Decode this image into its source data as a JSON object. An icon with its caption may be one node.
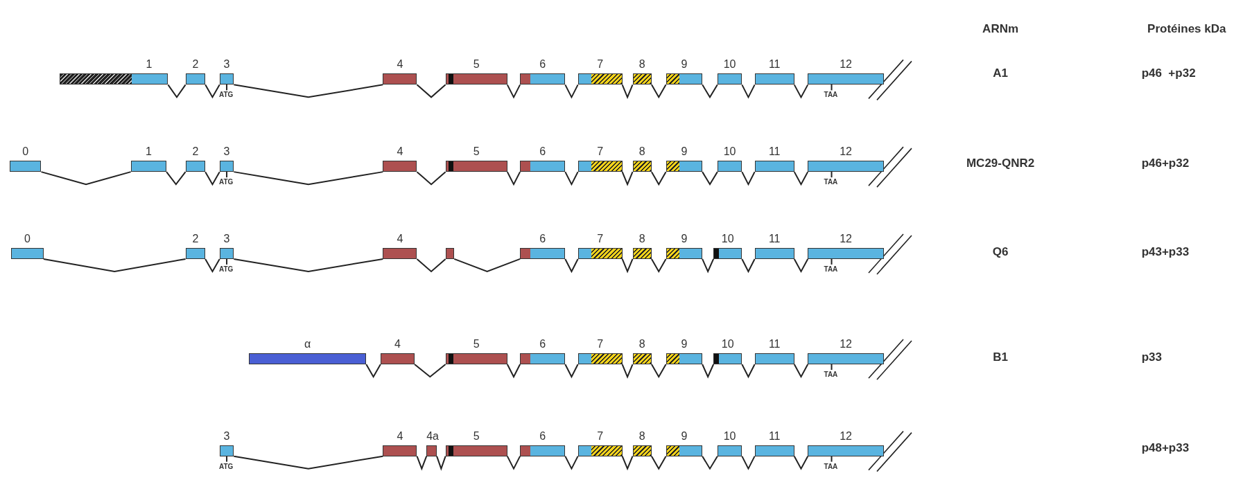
{
  "diagram": {
    "nodes": [
      {
        "text": [
          "1"
        ]
      },
      {
        "text": [
          "2"
        ]
      },
      {
        "text": [
          "3"
        ],
        "beside": [
          "ATG"
        ]
      },
      {
        "text": [
          "4"
        ]
      },
      {
        "text": [
          "5"
        ]
      },
      {
        "text": [
          "6"
        ]
      },
      {
        "text": [
          "7"
        ]
      },
      {
        "text": [
          "8"
        ]
      },
      {
        "text": [
          "9"
        ]
      },
      {
        "text": [
          "10"
        ]
      },
      {
        "text": [
          "11"
        ]
      },
      {
        "text": [
          "12"
        ],
        "beside": [
          "TAA"
        ]
      },
      {
        "text": [
          "0"
        ]
      },
      {
        "text": [
          "1"
        ]
      },
      {
        "text": [
          "2"
        ]
      },
      {
        "text": [
          "3"
        ],
        "beside": [
          "ATG"
        ]
      },
      {
        "text": [
          "4"
        ]
      },
      {
        "text": [
          "5"
        ]
      },
      {
        "text": [
          "6"
        ]
      },
      {
        "text": [
          "7"
        ]
      },
      {
        "text": [
          "8"
        ]
      },
      {
        "text": [
          "9"
        ]
      },
      {
        "text": [
          "10"
        ]
      },
      {
        "text": [
          "11"
        ]
      },
      {
        "text": [
          "12"
        ],
        "beside": [
          "TAA"
        ]
      },
      {
        "text": [
          "0"
        ]
      },
      {
        "text": [
          "2"
        ]
      },
      {
        "text": [
          "3"
        ],
        "beside": [
          "ATG"
        ]
      },
      {
        "text": [
          "4"
        ]
      },
      {
        "text": [],
        "shape": "box"
      },
      {
        "text": [
          "6"
        ]
      },
      {
        "text": [
          "7"
        ]
      },
      {
        "text": [
          "8"
        ]
      },
      {
        "text": [
          "9"
        ]
      },
      {
        "text": [
          "10"
        ]
      },
      {
        "text": [
          "11"
        ]
      },
      {
        "text": [
          "12"
        ],
        "beside": [
          "TAA"
        ]
      },
      {
        "text": [
          "α"
        ]
      },
      {
        "text": [
          "4"
        ]
      },
      {
        "text": [
          "5"
        ]
      },
      {
        "text": [
          "6"
        ]
      },
      {
        "text": [
          "7"
        ]
      },
      {
        "text": [
          "8"
        ]
      },
      {
        "text": [
          "9"
        ]
      },
      {
        "text": [
          "10"
        ]
      },
      {
        "text": [
          "11"
        ]
      },
      {
        "text": [
          "12"
        ],
        "beside": [
          "TAA"
        ]
      },
      {
        "text": [
          "3"
        ],
        "beside": [
          "ATG"
        ]
      },
      {
        "text": [
          "4"
        ]
      },
      {
        "text": [
          "4a"
        ]
      },
      {
        "text": [
          "5"
        ]
      },
      {
        "text": [
          "6"
        ]
      },
      {
        "text": [
          "7"
        ]
      },
      {
        "text": [
          "8"
        ]
      },
      {
        "text": [
          "9"
        ]
      },
      {
        "text": [
          "10"
        ]
      },
      {
        "text": [
          "11"
        ]
      },
      {
        "text": [
          "12"
        ],
        "beside": [
          "TAA"
        ]
      }
    ],
    "edges": [
      {
        "from": 0,
        "to": 1,
        "arrow": "none"
      },
      {
        "from": 1,
        "to": 2,
        "arrow": "none"
      },
      {
        "from": 2,
        "to": 3,
        "arrow": "none"
      },
      {
        "from": 3,
        "to": 4,
        "arrow": "none"
      },
      {
        "from": 4,
        "to": 5,
        "arrow": "none"
      },
      {
        "from": 5,
        "to": 6,
        "arrow": "none"
      },
      {
        "from": 6,
        "to": 7,
        "arrow": "none"
      },
      {
        "from": 7,
        "to": 8,
        "arrow": "none"
      },
      {
        "from": 8,
        "to": 9,
        "arrow": "none"
      },
      {
        "from": 9,
        "to": 10,
        "arrow": "none"
      },
      {
        "from": 10,
        "to": 11,
        "arrow": "none"
      },
      {
        "from": 12,
        "to": 13,
        "arrow": "none"
      },
      {
        "from": 13,
        "to": 14,
        "arrow": "none"
      },
      {
        "from": 14,
        "to": 15,
        "arrow": "none"
      },
      {
        "from": 15,
        "to": 16,
        "arrow": "none"
      },
      {
        "from": 16,
        "to": 17,
        "arrow": "none"
      },
      {
        "from": 17,
        "to": 18,
        "arrow": "none"
      },
      {
        "from": 18,
        "to": 19,
        "arrow": "none"
      },
      {
        "from": 19,
        "to": 20,
        "arrow": "none"
      },
      {
        "from": 20,
        "to": 21,
        "arrow": "none"
      },
      {
        "from": 21,
        "to": 22,
        "arrow": "none"
      },
      {
        "from": 22,
        "to": 23,
        "arrow": "none"
      },
      {
        "from": 23,
        "to": 24,
        "arrow": "none"
      },
      {
        "from": 25,
        "to": 26,
        "arrow": "none"
      },
      {
        "from": 26,
        "to": 27,
        "arrow": "none"
      },
      {
        "from": 27,
        "to": 28,
        "arrow": "none"
      },
      {
        "from": 28,
        "to": 29,
        "arrow": "none"
      },
      {
        "from": 29,
        "to": 30,
        "arrow": "none"
      },
      {
        "from": 30,
        "to": 31,
        "arrow": "none"
      },
      {
        "from": 31,
        "to": 32,
        "arrow": "none"
      },
      {
        "from": 32,
        "to": 33,
        "arrow": "none"
      },
      {
        "from": 33,
        "to": 34,
        "arrow": "none"
      },
      {
        "from": 34,
        "to": 35,
        "arrow": "none"
      },
      {
        "from": 35,
        "to": 36,
        "arrow": "none"
      },
      {
        "from": 37,
        "to": 38,
        "arrow": "none"
      },
      {
        "from": 38,
        "to": 39,
        "arrow": "none"
      },
      {
        "from": 39,
        "to": 40,
        "arrow": "none"
      },
      {
        "from": 40,
        "to": 41,
        "arrow": "none"
      },
      {
        "from": 41,
        "to": 42,
        "arrow": "none"
      },
      {
        "from": 42,
        "to": 43,
        "arrow": "none"
      },
      {
        "from": 43,
        "to": 44,
        "arrow": "none"
      },
      {
        "from": 44,
        "to": 45,
        "arrow": "none"
      },
      {
        "from": 45,
        "to": 46,
        "arrow": "none"
      },
      {
        "from": 47,
        "to": 48,
        "arrow": "none"
      },
      {
        "from": 48,
        "to": 49,
        "arrow": "none"
      },
      {
        "from": 49,
        "to": 50,
        "arrow": "none"
      },
      {
        "from": 50,
        "to": 51,
        "arrow": "none"
      },
      {
        "from": 51,
        "to": 52,
        "arrow": "none"
      },
      {
        "from": 52,
        "to": 53,
        "arrow": "none"
      },
      {
        "from": 53,
        "to": 54,
        "arrow": "none"
      },
      {
        "from": 54,
        "to": 55,
        "arrow": "none"
      },
      {
        "from": 55,
        "to": 56,
        "arrow": "none"
      },
      {
        "from": 56,
        "to": 57,
        "arrow": "none"
      }
    ],
    "labels": [
      "ARNm",
      "Protéines kDa",
      "A1",
      "p46  +p32",
      "MC29-QNR2",
      "p46+p32",
      "Q6",
      "p43+p33",
      "B1",
      "p33",
      "p48+p33"
    ]
  }
}
